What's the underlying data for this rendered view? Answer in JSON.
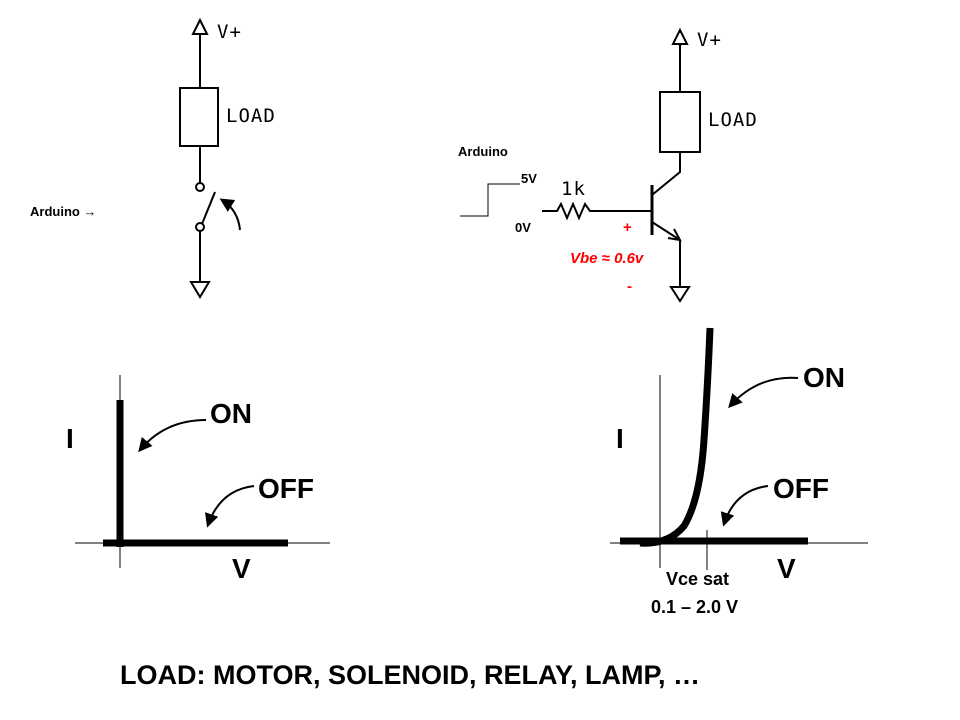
{
  "left_circuit": {
    "supply_label": "V+",
    "load_label": "LOAD",
    "input_label": "Arduino →"
  },
  "right_circuit": {
    "supply_label": "V+",
    "load_label": "LOAD",
    "input_label": "Arduino",
    "high_level": "5V",
    "low_level": "0V",
    "resistor_label": "1k",
    "vbe_plus": "+",
    "vbe_label": "Vbe ≈ 0.6v",
    "vbe_minus": "-"
  },
  "left_graph": {
    "y_label": "I",
    "x_label": "V",
    "on_label": "ON",
    "off_label": "OFF"
  },
  "right_graph": {
    "y_label": "I",
    "x_label": "V",
    "on_label": "ON",
    "off_label": "OFF",
    "vce_label": "Vce sat",
    "vce_range": "0.1 – 2.0 V"
  },
  "caption": "LOAD: MOTOR, SOLENOID, RELAY, LAMP, …"
}
